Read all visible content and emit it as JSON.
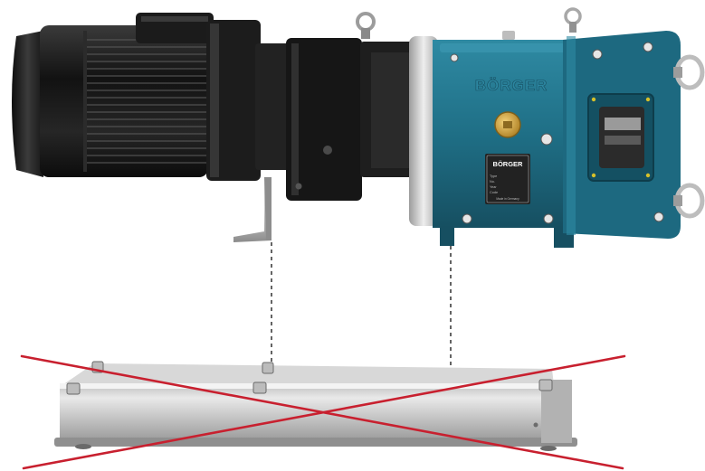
{
  "brand": {
    "housing_logo": "BÖRGER",
    "plate_logo": "BÖRGER",
    "plate_fields": [
      "Type",
      "No.",
      "Year",
      "Code"
    ],
    "plate_footer": "Made in Germany"
  },
  "colors": {
    "pump_teal": "#1f6f86",
    "pump_teal_light": "#2f8aa3",
    "pump_teal_dark": "#164f61",
    "motor_black": "#1a1a1a",
    "steel": "#c9c9c9",
    "cross_red": "#c8202f"
  }
}
